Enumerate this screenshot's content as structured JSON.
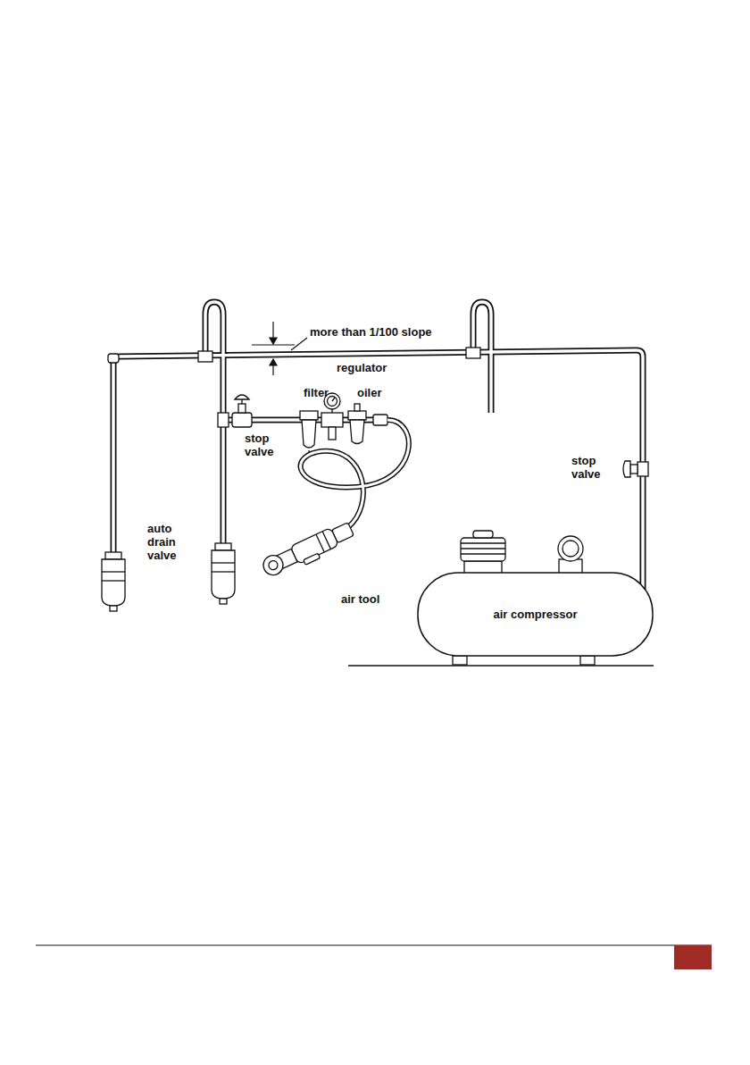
{
  "diagram": {
    "nodes": [
      {
        "text": [
          "air compressor"
        ]
      }
    ],
    "labels": [
      "more than 1/100 slope",
      "regulator",
      "filter",
      "oiler",
      "stop valve",
      "stop valve",
      "auto drain valve",
      "air tool"
    ]
  }
}
